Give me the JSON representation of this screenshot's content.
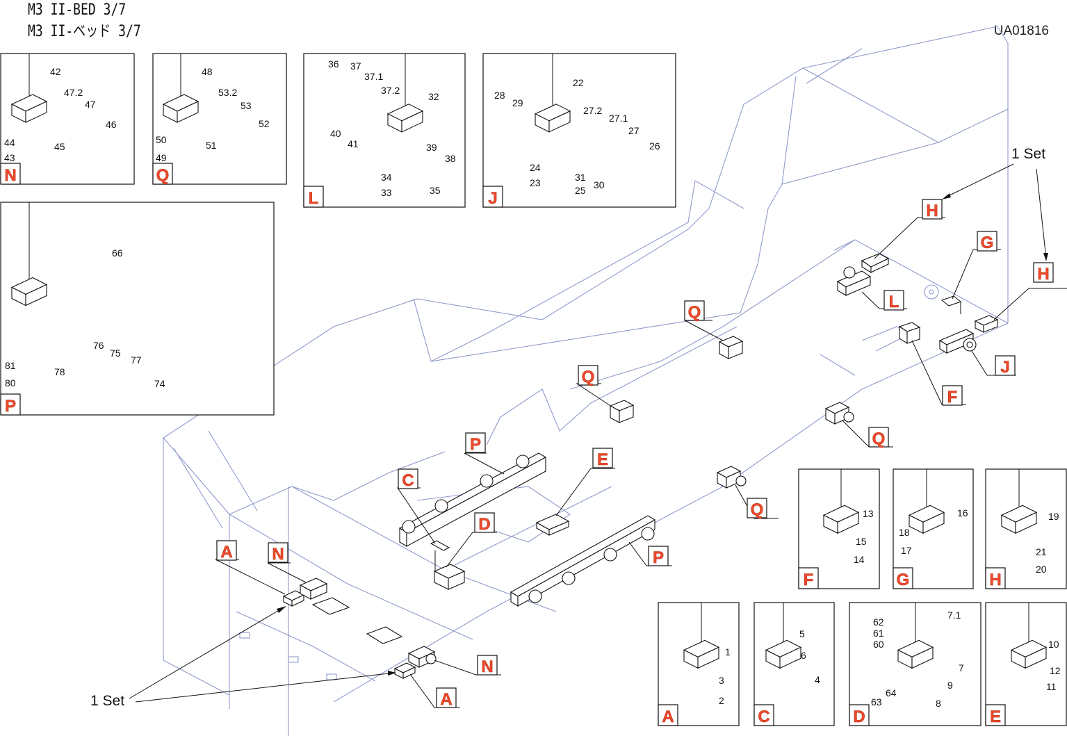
{
  "header": {
    "title_en": "M3 II-BED  3/7",
    "title_jp": "M3 II-ベッド  3/7",
    "drawing_id": "UA01816"
  },
  "colors": {
    "callout_letter": "#ef4a2c",
    "bed_outline": "#8f9acc",
    "part_line": "#111111"
  },
  "annotations": {
    "set_top_right": "1 Set",
    "set_bottom_left": "1 Set"
  },
  "callouts": [
    "H",
    "G",
    "H",
    "L",
    "J",
    "F",
    "Q",
    "Q",
    "Q",
    "Q",
    "P",
    "E",
    "C",
    "D",
    "P",
    "A",
    "N",
    "N",
    "A"
  ],
  "detail_panels": [
    {
      "letter": "N",
      "parts": [
        "42",
        "47.2",
        "47",
        "46",
        "44",
        "45",
        "43"
      ]
    },
    {
      "letter": "Q",
      "parts": [
        "48",
        "53.2",
        "53",
        "52",
        "50",
        "51",
        "49"
      ]
    },
    {
      "letter": "L",
      "parts": [
        "36",
        "37",
        "37.1",
        "37.2",
        "32",
        "40",
        "41",
        "39",
        "38",
        "34",
        "33",
        "35"
      ]
    },
    {
      "letter": "J",
      "parts": [
        "22",
        "28",
        "29",
        "27.2",
        "27.1",
        "27",
        "26",
        "24",
        "23",
        "31",
        "25",
        "30"
      ]
    },
    {
      "letter": "P",
      "parts": [
        "66",
        "76",
        "75",
        "77",
        "74",
        "81",
        "78",
        "80"
      ]
    },
    {
      "letter": "F",
      "parts": [
        "13",
        "15",
        "14"
      ]
    },
    {
      "letter": "G",
      "parts": [
        "16",
        "18",
        "17"
      ]
    },
    {
      "letter": "H",
      "parts": [
        "19",
        "21",
        "20"
      ]
    },
    {
      "letter": "A",
      "parts": [
        "1",
        "3",
        "2"
      ]
    },
    {
      "letter": "C",
      "parts": [
        "5",
        "6",
        "4"
      ]
    },
    {
      "letter": "D",
      "parts": [
        "62",
        "61",
        "60",
        "7.1",
        "7",
        "64",
        "63",
        "9",
        "8"
      ]
    },
    {
      "letter": "E",
      "parts": [
        "10",
        "12",
        "11"
      ]
    }
  ]
}
